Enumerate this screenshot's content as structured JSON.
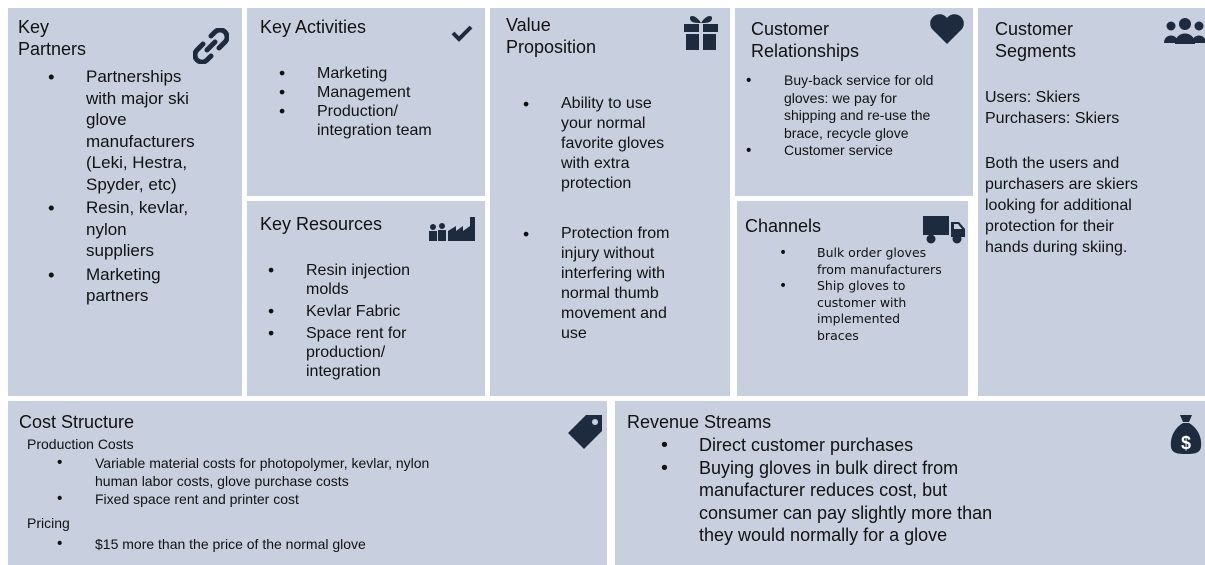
{
  "key_partners": {
    "title": "Key\nPartners",
    "items": [
      "Partnerships\nwith major ski\nglove\nmanufacturers\n(Leki, Hestra,\nSpyder, etc)",
      "Resin, kevlar,\nnylon\nsuppliers",
      "Marketing\npartners"
    ]
  },
  "key_activities": {
    "title": "Key Activities",
    "items": [
      "Marketing",
      "Management",
      "Production/\nintegration team"
    ]
  },
  "key_resources": {
    "title": "Key Resources",
    "items": [
      "Resin injection\nmolds",
      "Kevlar Fabric",
      "Space rent for\nproduction/\nintegration"
    ]
  },
  "value_proposition": {
    "title": "Value\nProposition",
    "items": [
      "Ability to use\nyour normal\nfavorite gloves\nwith extra\nprotection",
      "Protection from\ninjury without\ninterfering with\nnormal thumb\nmovement and\nuse"
    ]
  },
  "customer_relationships": {
    "title": "Customer\nRelationships",
    "items": [
      "Buy-back service for old\ngloves: we pay for\nshipping and re-use the\nbrace, recycle glove",
      "Customer service"
    ]
  },
  "channels": {
    "title": "Channels",
    "items": [
      "Bulk order gloves\nfrom manufacturers",
      "Ship gloves to\ncustomer with\nimplemented\nbraces"
    ]
  },
  "customer_segments": {
    "title": "Customer\nSegments",
    "users": "Users: Skiers",
    "purchasers": "Purchasers: Skiers",
    "description": "Both the users and\npurchasers are skiers\nlooking for additional\nprotection for their\nhands during skiing."
  },
  "cost_structure": {
    "title": "Cost Structure",
    "production_heading": "Production Costs",
    "production_items": [
      "Variable material costs for photopolymer, kevlar, nylon\nhuman labor costs, glove purchase costs",
      "Fixed space rent and printer cost"
    ],
    "pricing_heading": "Pricing",
    "pricing_items": [
      "$15 more than the price of the normal glove"
    ]
  },
  "revenue_streams": {
    "title": "Revenue Streams",
    "items": [
      "Direct customer purchases",
      "Buying gloves in bulk direct from\nmanufacturer reduces cost, but\nconsumer can pay slightly more than\nthey would normally for a glove"
    ]
  },
  "icons": {
    "key_partners": "link-icon",
    "key_activities": "checkmark-icon",
    "key_resources": "factory-icon",
    "value_proposition": "gift-icon",
    "customer_relationships": "heart-icon",
    "channels": "truck-icon",
    "customer_segments": "users-icon",
    "cost_structure": "price-tag-icon",
    "revenue_streams": "money-bag-icon"
  },
  "colors": {
    "cell_background": "#c8d0e0",
    "text": "#111111",
    "icon": "#1e2a3d"
  }
}
